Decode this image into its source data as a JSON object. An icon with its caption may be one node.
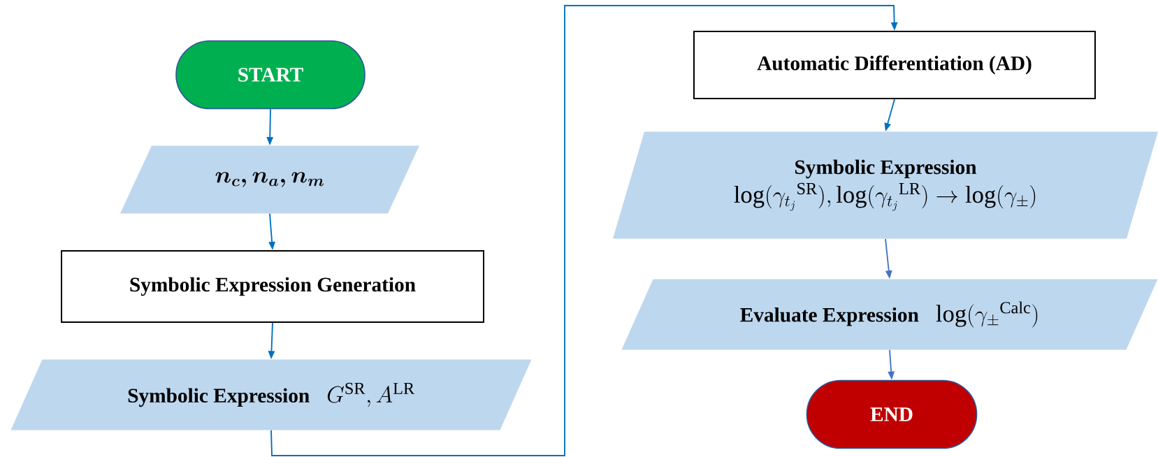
{
  "diagram": {
    "nodes": [
      {
        "text": [
          "START"
        ]
      },
      {
        "text": [
          "\\boldsymbol{n_c,n_a,n_m}"
        ]
      },
      {
        "text": [
          "Symbolic Expression Generation"
        ]
      },
      {
        "text": [
          "Symbolic Expression",
          "G^{\\mathrm{SR}}, A^{\\mathrm{LR}}"
        ]
      },
      {
        "text": [
          "Automatic Differentiation (AD)"
        ]
      },
      {
        "text": [
          "Symbolic Expression",
          "\\log(\\gamma_{t_j}{}^{\\mathrm{SR}}), \\log(\\gamma_{t_j}{}^{\\mathrm{LR}}) \\rightarrow \\log(\\gamma_{\\pm})"
        ]
      },
      {
        "text": [
          "Evaluate Expression",
          "\\log(\\gamma_{\\pm}{}^{\\mathrm{Calc}})"
        ]
      },
      {
        "text": [
          "END"
        ]
      }
    ],
    "edges": [
      {
        "from": 0,
        "to": 1,
        "arrow": "to"
      },
      {
        "from": 1,
        "to": 2,
        "arrow": "to"
      },
      {
        "from": 2,
        "to": 3,
        "arrow": "to"
      },
      {
        "from": 3,
        "to": 4,
        "arrow": "to"
      },
      {
        "from": 4,
        "to": 5,
        "arrow": "to"
      },
      {
        "from": 5,
        "to": 6,
        "arrow": "to",
        "color": "#4472c4"
      },
      {
        "from": 6,
        "to": 7,
        "arrow": "to",
        "color": "#4472c4"
      }
    ]
  }
}
